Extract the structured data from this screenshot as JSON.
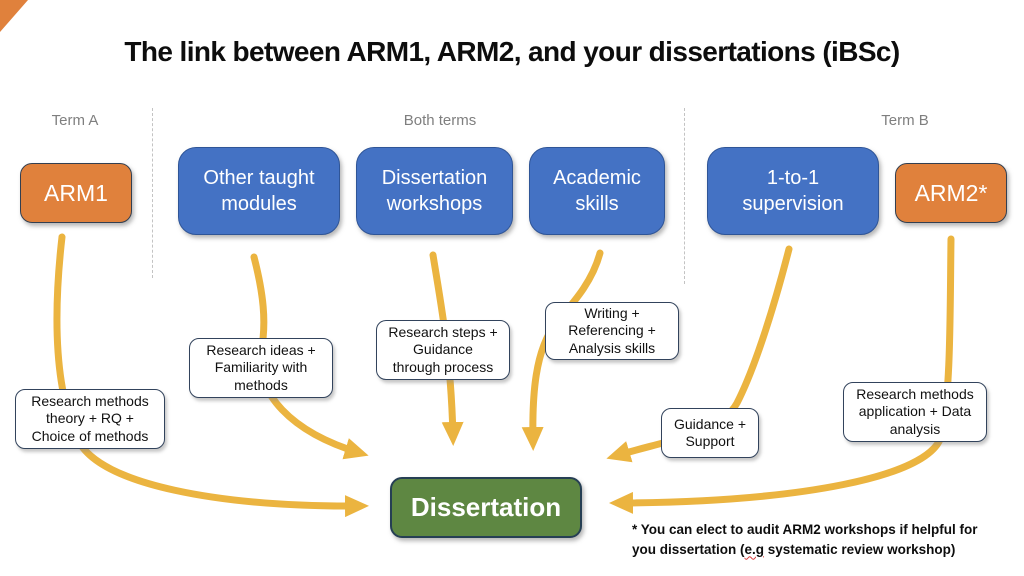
{
  "title": "The link between ARM1, ARM2, and your dissertations (iBSc)",
  "sections": {
    "term_a": "Term A",
    "both_terms": "Both terms",
    "term_b": "Term B"
  },
  "nodes": {
    "arm1": "ARM1",
    "other_modules": "Other taught\nmodules",
    "workshops": "Dissertation\nworkshops",
    "academic": "Academic\nskills",
    "supervision": "1-to-1\nsupervision",
    "arm2": "ARM2*"
  },
  "annotations": {
    "arm1_note": "Research methods\ntheory + RQ +\nChoice of methods",
    "other_note": "Research ideas +\nFamiliarity with\nmethods",
    "workshops_note": "Research steps +\nGuidance\nthrough process",
    "academic_note": "Writing +\nReferencing +\nAnalysis skills",
    "supervision_note": "Guidance +\nSupport",
    "arm2_note": "Research methods\napplication + Data\nanalysis"
  },
  "target": "Dissertation",
  "footnote": {
    "line1": "* You can elect to audit ARM2 workshops if helpful for",
    "line2_pre": "you dissertation (",
    "line2_highlight": "e.g",
    "line2_post": " systematic review workshop)"
  },
  "colors": {
    "orange": "#E0813C",
    "blue": "#4472C4",
    "green": "#5E8742",
    "arrow": "#EBB440",
    "label_gray": "#7F7F7F"
  }
}
